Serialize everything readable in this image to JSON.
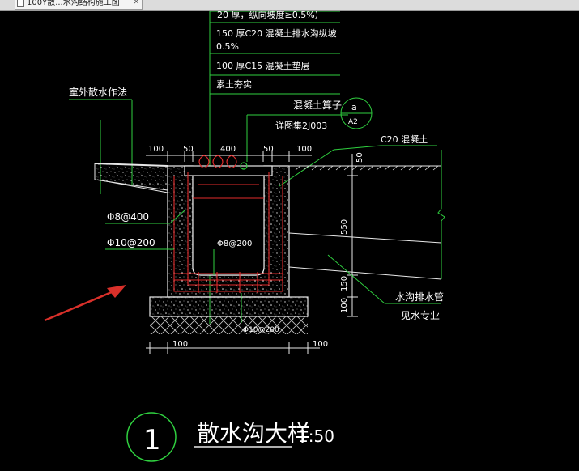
{
  "window": {
    "tab_title": "100Y散...水沟结构施工图"
  },
  "drawing": {
    "layer_notes": [
      "20 厚，纵向坡度≥0.5%）",
      "150 厚C20 混凝土排水沟纵坡",
      "0.5%",
      "100 厚C15 混凝土垫层",
      "素土夯实"
    ],
    "labels": {
      "outdoor_apron": "室外散水作法",
      "grate": "混凝土算子",
      "grate_ref": "详图集2J003",
      "callout_top": "a",
      "callout_bottom": "A2",
      "concrete": "C20 混凝土",
      "pipe_line1": "水沟排水管",
      "pipe_line2": "见水专业"
    },
    "rebar": {
      "r1": "Φ8@400",
      "r2": "Φ10@200",
      "r3": "Φ8@200",
      "r4": "Φ10@200"
    },
    "dims": {
      "top": [
        "100",
        "50",
        "400",
        "50",
        "100"
      ],
      "right": [
        "50",
        "550",
        "150",
        "100"
      ],
      "bottom": [
        "100",
        "100"
      ]
    },
    "title": {
      "number": "1",
      "name": "散水沟大样",
      "scale": "1:50"
    },
    "colors": {
      "background": "#000000",
      "green_lines": "#2fcf3f",
      "red_rebar": "#e22b2b",
      "arrow": "#d9302a",
      "text": "#ffffff"
    }
  }
}
